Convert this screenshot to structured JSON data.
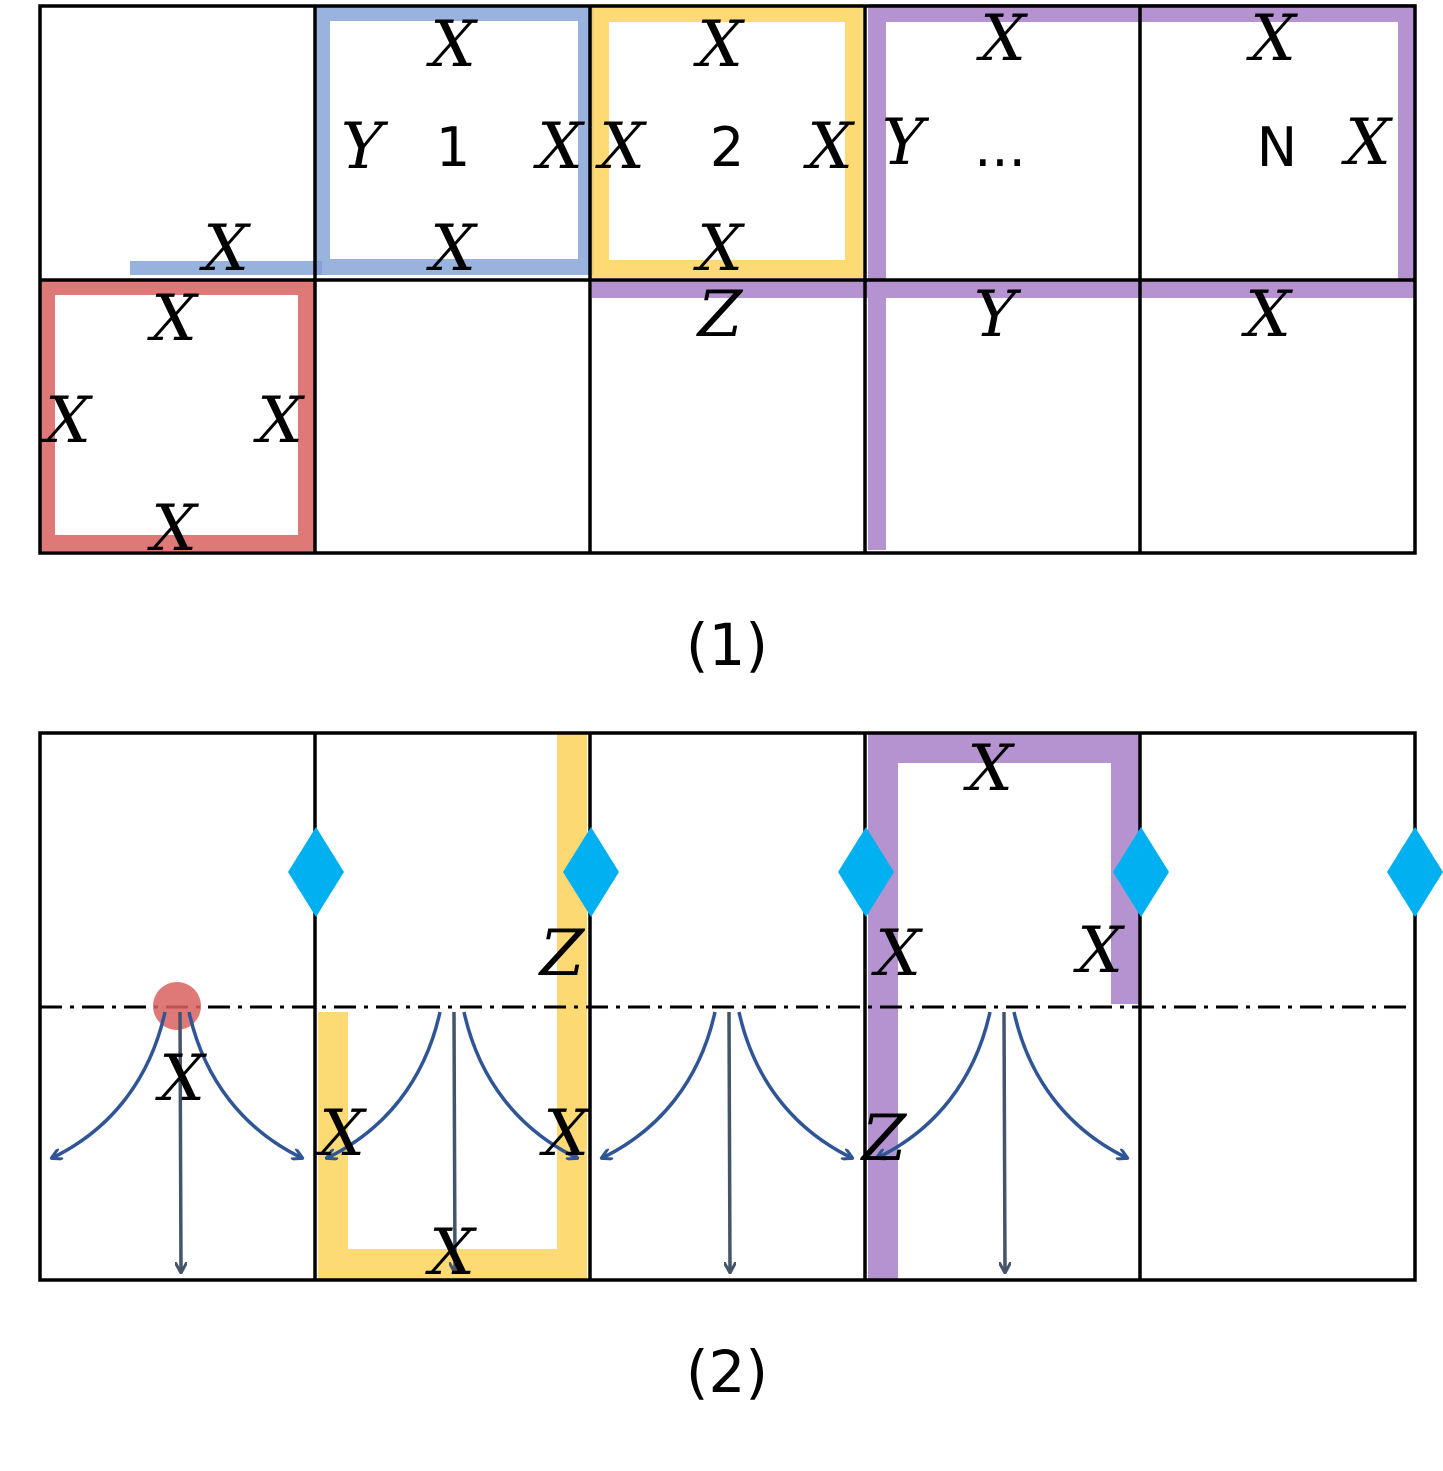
{
  "colors": {
    "grid": "#000000",
    "red_plaquette": "#d9625f",
    "blue_plaquette": "#7f9fd6",
    "yellow_plaquette": "#fdd35b",
    "purple_plaquette": "#9b6fc0",
    "boundary_marker": "#00b0f0",
    "circle_marker": "#d9625f",
    "curved_arrow": "#2f5597",
    "straight_arrow": "#44546a"
  },
  "icons": {
    "boundary_marker": "diamond",
    "circle_marker": "circle",
    "arrows": "arrow"
  },
  "panel1": {
    "caption": "(1)",
    "cell_labels": {
      "one": "1",
      "two": "2",
      "ellipsis": "...",
      "n": "N"
    },
    "blue_ops": {
      "top": "X",
      "left": "Y",
      "right": "X",
      "bottom": "X",
      "tail": "X"
    },
    "yellow_ops": {
      "top": "X",
      "left": "X",
      "right": "X",
      "bottom": "X"
    },
    "purple_ops": {
      "top_left": "X",
      "top_right": "X",
      "left": "Y",
      "right": "X",
      "lower_z": "Z",
      "lower_y": "Y",
      "lower_x": "X"
    },
    "red_ops": {
      "top": "X",
      "left": "X",
      "right": "X",
      "bottom": "X"
    }
  },
  "panel2": {
    "caption": "(2)",
    "ops": {
      "red_x": "X",
      "yellow_z": "Z",
      "yellow_left_x": "X",
      "yellow_right_x": "X",
      "yellow_bottom_x": "X",
      "purple_top_x": "X",
      "purple_left_x": "X",
      "purple_right_x": "X",
      "purple_z": "Z"
    }
  }
}
